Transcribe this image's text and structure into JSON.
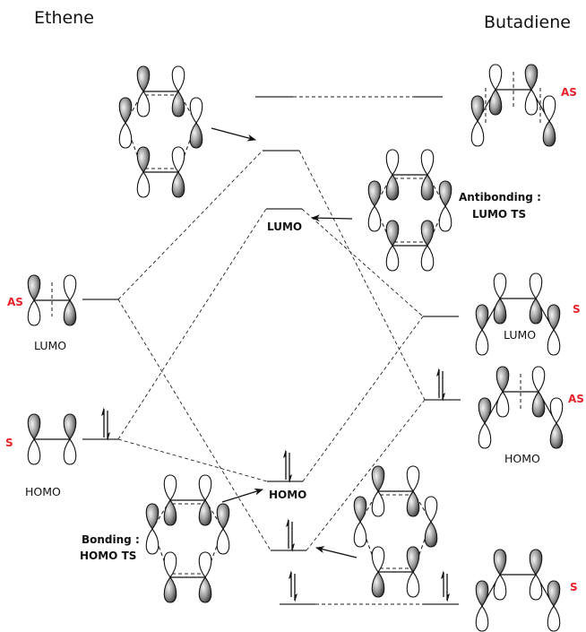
{
  "titles": {
    "left": "Ethene",
    "right": "Butadiene"
  },
  "ethene": {
    "lumo": {
      "label": "LUMO",
      "symmetry": "AS"
    },
    "homo": {
      "label": "HOMO",
      "symmetry": "S"
    }
  },
  "butadiene": {
    "top": {
      "symmetry": "AS"
    },
    "lumo": {
      "label": "LUMO",
      "symmetry": "S"
    },
    "homo": {
      "label": "HOMO",
      "symmetry": "AS"
    },
    "bottom": {
      "symmetry": "S"
    }
  },
  "ts": {
    "lumo_label": "LUMO",
    "homo_label": "HOMO",
    "antibonding_line1": "Antibonding :",
    "antibonding_line2": "LUMO TS",
    "bonding_line1": "Bonding :",
    "bonding_line2": "HOMO TS"
  },
  "colors": {
    "symmetry_label": "#e8202a",
    "level_line": "#777777"
  }
}
